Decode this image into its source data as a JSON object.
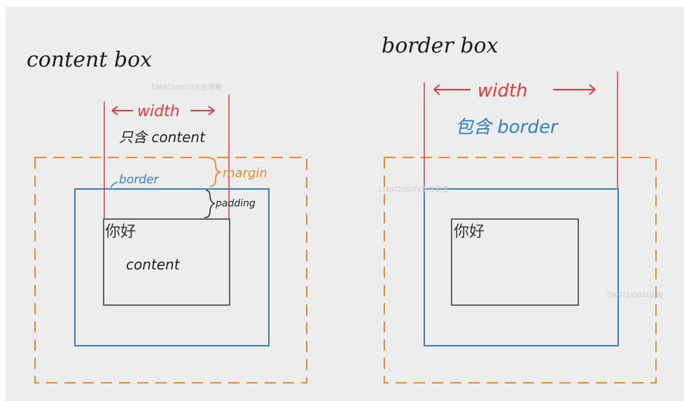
{
  "left": {
    "title": "content box",
    "width_label": "width",
    "width_note": "只含 content",
    "margin_label": "margin",
    "border_label": "border",
    "padding_label": "padding",
    "content_cn": "你好",
    "content_label": "content"
  },
  "right": {
    "title": "border box",
    "width_label": "width",
    "width_note": "包含 border",
    "content_cn": "你好"
  },
  "watermarks": {
    "w1": "13697245074正在观看",
    "w2": "13697245074正在观看",
    "w3": "13697245074正在"
  },
  "colors": {
    "margin": "#ef8a2b",
    "border": "#3a7ec9",
    "width": "#e23b3b",
    "content": "#333333",
    "background": "#ededed"
  }
}
